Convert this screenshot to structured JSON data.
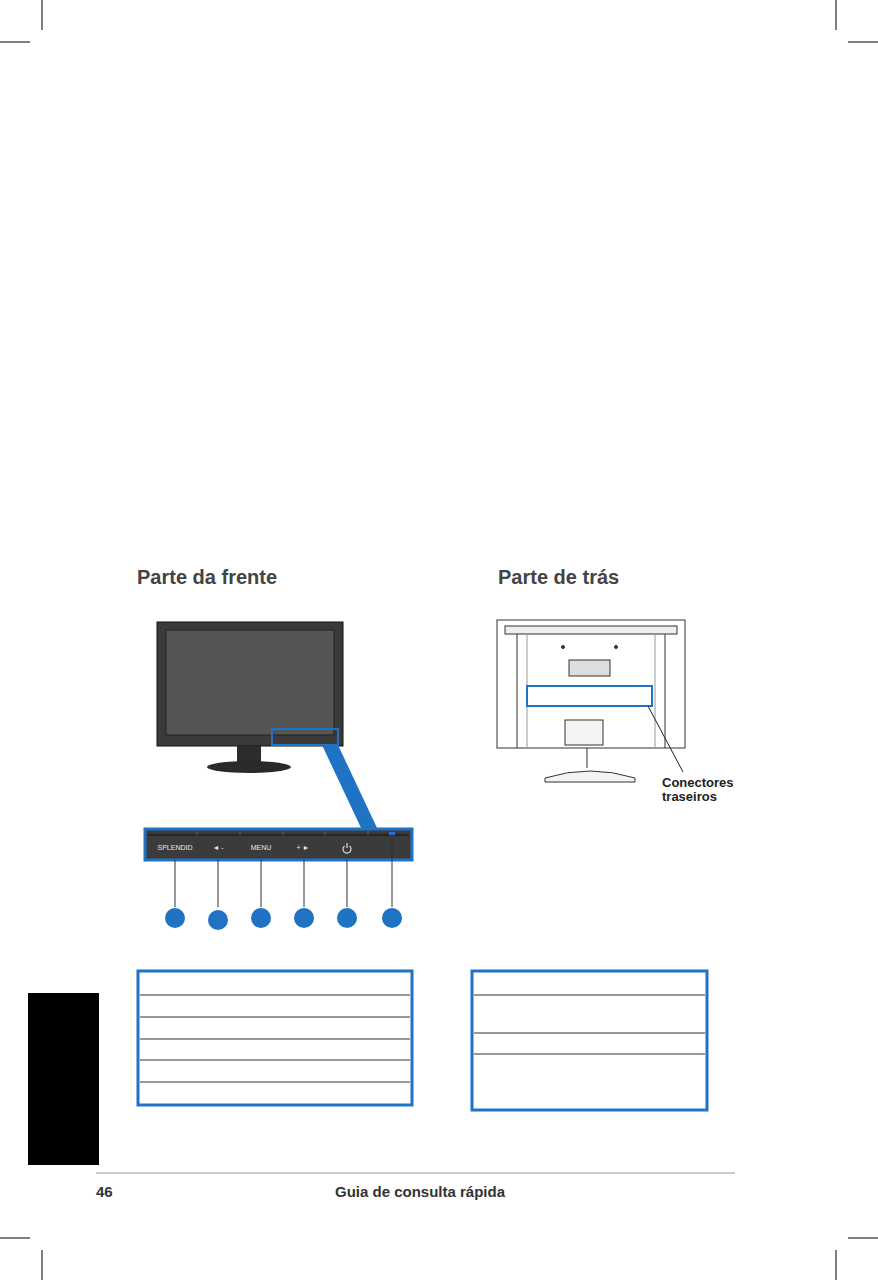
{
  "diagram": {
    "labels": [
      "Parte da frente",
      "Parte de trás",
      "SPLENDID",
      "◄ -",
      "MENU",
      "+ ►",
      "Conectores traseiros",
      "46",
      "Guia de consulta rápida"
    ]
  }
}
